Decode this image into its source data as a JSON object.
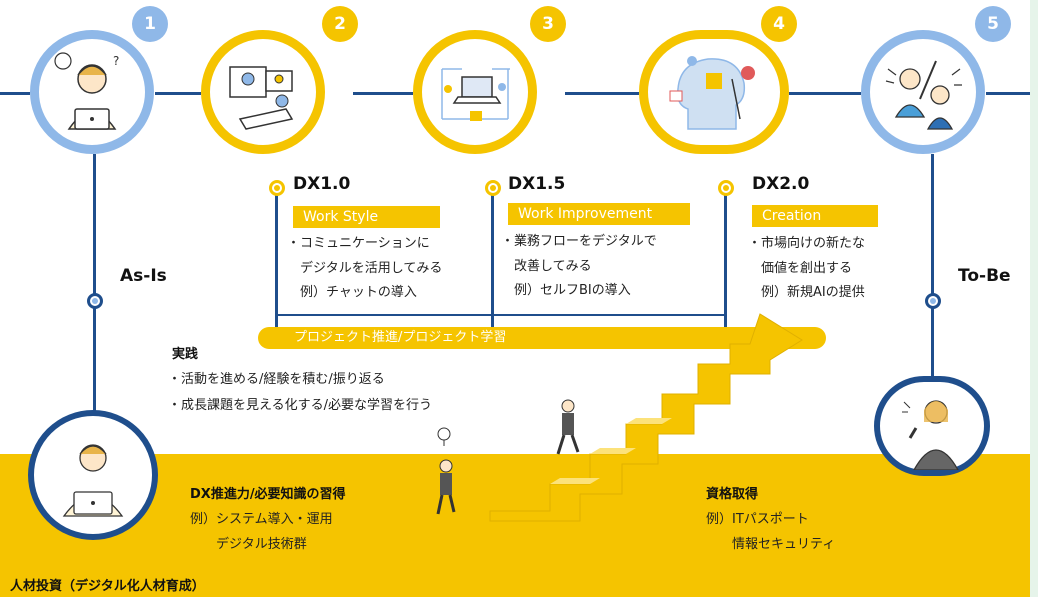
{
  "steps": [
    {
      "num": "1",
      "icon": "thinking-person-icon"
    },
    {
      "num": "2",
      "icon": "video-meeting-icon"
    },
    {
      "num": "3",
      "icon": "workflow-network-icon"
    },
    {
      "num": "4",
      "icon": "creative-head-icon"
    },
    {
      "num": "5",
      "icon": "celebrating-people-icon"
    }
  ],
  "as_is": "As-Is",
  "to_be": "To-Be",
  "stages": [
    {
      "title": "DX1.0",
      "tag": "Work Style",
      "lines": [
        "・コミュニケーションに",
        "　デジタルを活用してみる",
        "　例）チャットの導入"
      ]
    },
    {
      "title": "DX1.5",
      "tag": "Work Improvement",
      "lines": [
        "・業務フローをデジタルで",
        "　改善してみる",
        "　例）セルフBIの導入"
      ]
    },
    {
      "title": "DX2.0",
      "tag": "Creation",
      "lines": [
        "・市場向けの新たな",
        "　価値を創出する",
        "　例）新規AIの提供"
      ]
    }
  ],
  "pill": "プロジェクト推進/プロジェクト学習",
  "practice": {
    "title": "実践",
    "lines": [
      "・活動を進める/経験を積む/振り返る",
      "・成長課題を見える化する/必要な学習を行う"
    ]
  },
  "dx_skill": {
    "title": "DX推進力/必要知識の習得",
    "lines": [
      "例）システム導入・運用",
      "　　デジタル技術群"
    ]
  },
  "qualification": {
    "title": "資格取得",
    "lines": [
      "例）ITパスポート",
      "　　情報セキュリティ"
    ]
  },
  "investment": "人材投資（デジタル化人材育成）",
  "colors": {
    "navy": "#1f4e8c",
    "light_blue": "#8fb8e8",
    "yellow": "#f5c400"
  }
}
